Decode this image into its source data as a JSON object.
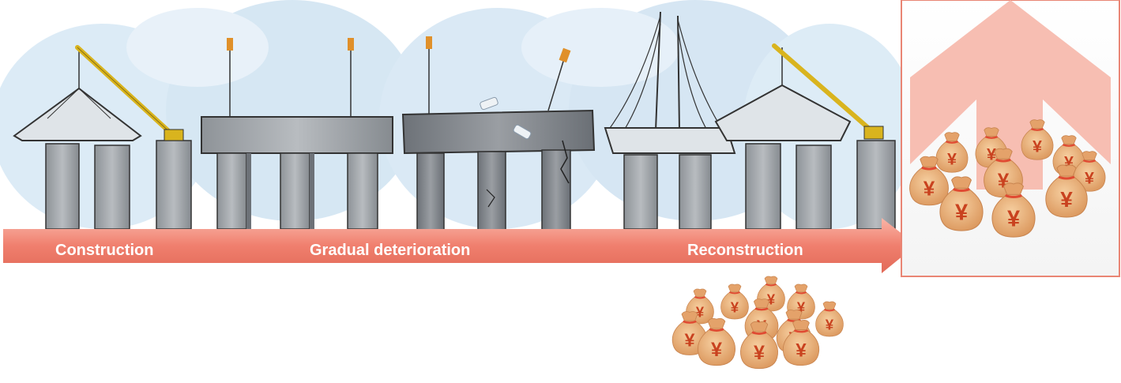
{
  "timeline": {
    "stages": [
      {
        "label": "Construction"
      },
      {
        "label": "Gradual deterioration"
      },
      {
        "label": "Reconstruction"
      }
    ]
  },
  "money_bag_symbol": "¥",
  "colors": {
    "arrow": "#f07f6e",
    "arrow_light": "#f7b0a3",
    "upward_arrow": "#f6b7aa",
    "panel_border": "#e98574",
    "bag": "#e8a870",
    "bag_tie": "#e04a32",
    "concrete": "#a9adb2",
    "concrete_dark": "#7d8288",
    "crane": "#d9b41e",
    "sky": "#cfe3f2"
  },
  "icons": [
    "crane-icon",
    "bridge-pier-icon",
    "cable-stayed-tower-icon",
    "money-bag-icon",
    "upward-arrow-icon",
    "bandage-icon",
    "crack-icon"
  ]
}
